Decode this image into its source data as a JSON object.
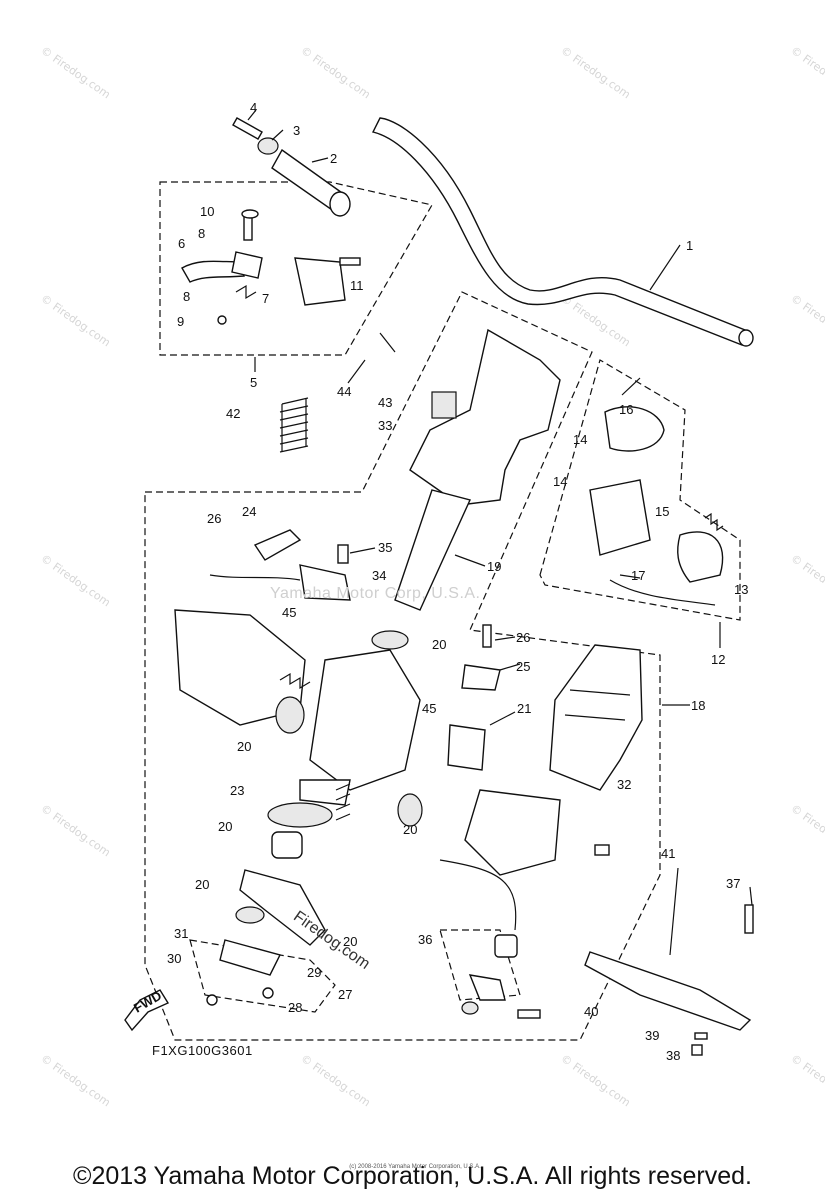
{
  "diagram": {
    "code": "F1XG100G3601",
    "fwd_label": "FWD",
    "callouts": [
      "1",
      "2",
      "3",
      "4",
      "5",
      "6",
      "7",
      "8",
      "8",
      "9",
      "10",
      "11",
      "12",
      "13",
      "14",
      "14",
      "15",
      "16",
      "17",
      "18",
      "19",
      "20",
      "20",
      "20",
      "20",
      "20",
      "20",
      "21",
      "23",
      "24",
      "25",
      "26",
      "26",
      "27",
      "28",
      "29",
      "30",
      "31",
      "32",
      "33",
      "34",
      "35",
      "36",
      "37",
      "38",
      "39",
      "40",
      "41",
      "42",
      "43",
      "44",
      "45",
      "45"
    ]
  },
  "watermarks": {
    "center": "Yamaha Motor Corp, U.S.A.",
    "tilted": "Firedog.com",
    "edge": "© Firedog.com"
  },
  "footer": {
    "copyright": "©2013 Yamaha Motor Corporation, U.S.A. All rights reserved.",
    "tiny": "(c) 2008-2016 Yamaha Motor Corporation, U.S.A."
  }
}
